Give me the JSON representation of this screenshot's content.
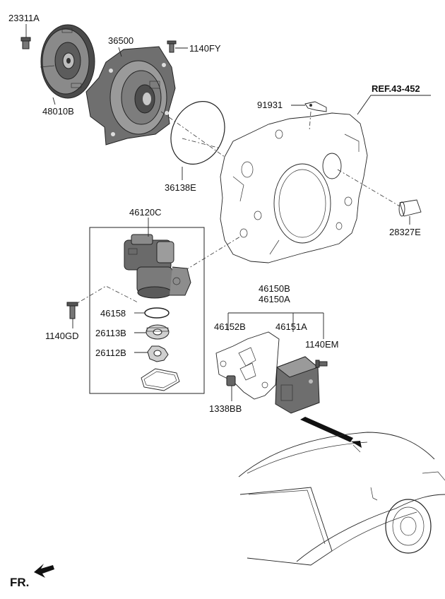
{
  "labels": {
    "p23311A": "23311A",
    "p36500": "36500",
    "p1140FY": "1140FY",
    "p48010B": "48010B",
    "p91931": "91931",
    "ref": "REF.43-452",
    "p36138E": "36138E",
    "p28327E": "28327E",
    "p46120C": "46120C",
    "p46158": "46158",
    "p26113B": "26113B",
    "p26112B": "26112B",
    "p1140GD": "1140GD",
    "p46150B": "46150B",
    "p46150A": "46150A",
    "p46152B": "46152B",
    "p46151A": "46151A",
    "p1140EM": "1140EM",
    "p1338BB": "1338BB",
    "fr": "FR."
  }
}
